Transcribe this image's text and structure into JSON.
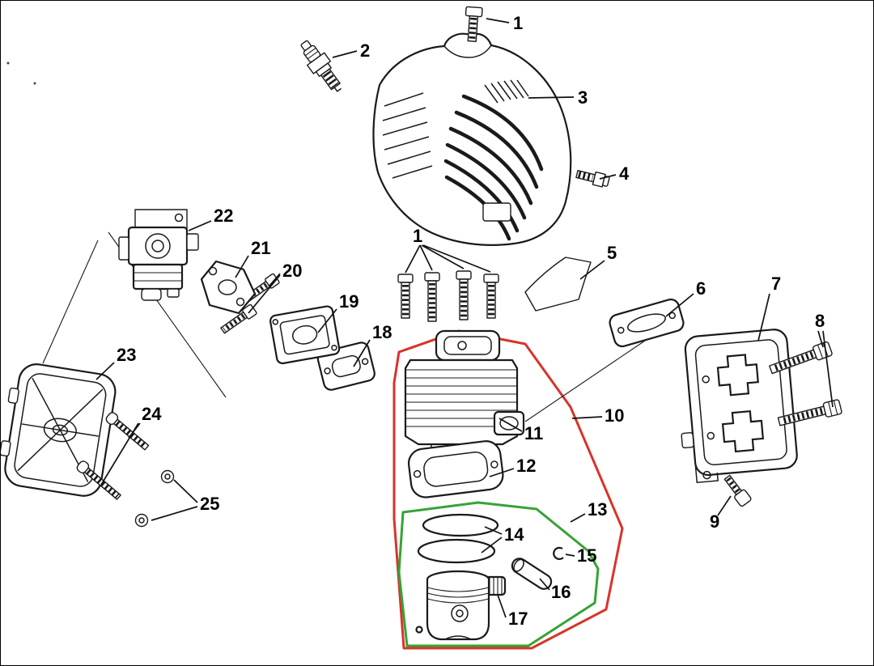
{
  "colors": {
    "background": "#ffffff",
    "line": "#1a1a1a",
    "red_group": "#d7342a",
    "green_group": "#36a336"
  },
  "callouts": {
    "c1_top": {
      "text": "1"
    },
    "c2": {
      "text": "2"
    },
    "c3": {
      "text": "3"
    },
    "c4": {
      "text": "4"
    },
    "c1_group": {
      "text": "1"
    },
    "c5": {
      "text": "5"
    },
    "c6": {
      "text": "6"
    },
    "c7": {
      "text": "7"
    },
    "c8": {
      "text": "8"
    },
    "c9": {
      "text": "9"
    },
    "c10": {
      "text": "10"
    },
    "c11": {
      "text": "11"
    },
    "c12": {
      "text": "12"
    },
    "c13": {
      "text": "13"
    },
    "c14": {
      "text": "14"
    },
    "c15": {
      "text": "15"
    },
    "c16": {
      "text": "16"
    },
    "c17": {
      "text": "17"
    },
    "c18": {
      "text": "18"
    },
    "c19": {
      "text": "19"
    },
    "c20": {
      "text": "20"
    },
    "c21": {
      "text": "21"
    },
    "c22": {
      "text": "22"
    },
    "c23": {
      "text": "23"
    },
    "c24": {
      "text": "24"
    },
    "c25": {
      "text": "25"
    }
  }
}
